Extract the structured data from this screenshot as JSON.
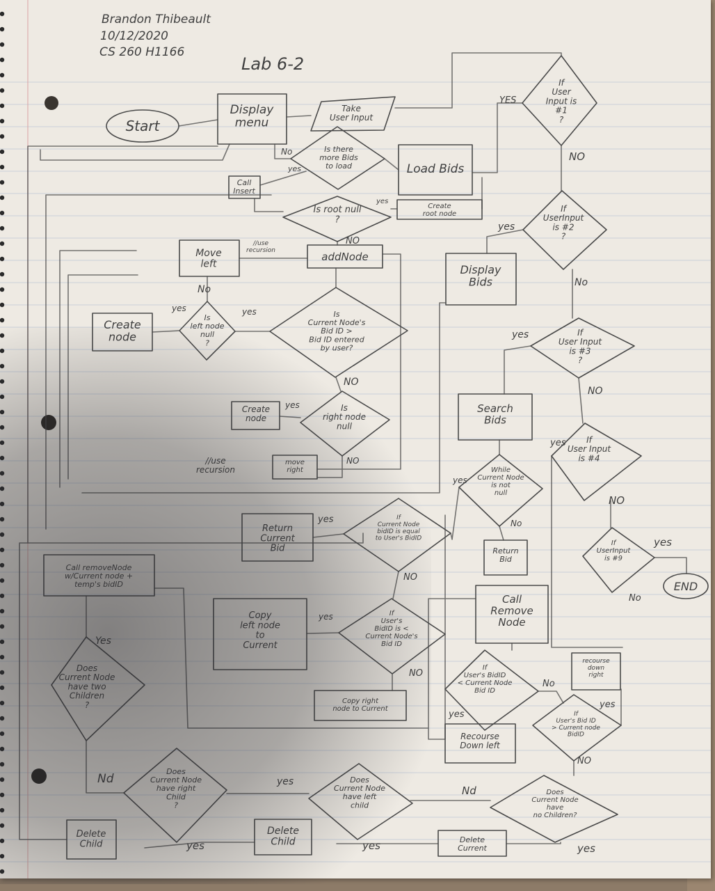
{
  "header": {
    "author": "Brandon Thibeault",
    "date": "10/12/2020",
    "course": "CS 260  H1166",
    "title": "Lab 6-2"
  },
  "nodes": {
    "start": "Start",
    "display_menu": [
      "Display",
      "menu"
    ],
    "take_input": [
      "Take",
      "User Input"
    ],
    "more_bids": [
      "Is there",
      "more Bids",
      "to load"
    ],
    "load_bids": "Load Bids",
    "call_insert": [
      "Call",
      "Insert"
    ],
    "root_null": [
      "Is root null",
      "?"
    ],
    "create_root": [
      "Create",
      "root node"
    ],
    "add_node": "addNode",
    "move_left": [
      "Move",
      "left"
    ],
    "use_recursion_top": [
      "//use",
      "recursion"
    ],
    "current_gt": [
      "Is",
      "Current Node's",
      "Bid ID >",
      "Bid ID entered",
      "by user?"
    ],
    "left_null": [
      "Is",
      "left node",
      "null",
      "?"
    ],
    "create_node_left": [
      "Create",
      "node"
    ],
    "right_null": [
      "Is",
      "right node",
      "null"
    ],
    "create_node_right": [
      "Create",
      "node"
    ],
    "use_recursion_bottom": [
      "//use",
      "recursion"
    ],
    "move_right": [
      "move",
      "right"
    ],
    "input1": [
      "If",
      "User",
      "Input is",
      "#1",
      "?"
    ],
    "input2": [
      "If",
      "UserInput",
      "is #2",
      "?"
    ],
    "input3": [
      "If",
      "User Input",
      "is #3",
      "?"
    ],
    "input4": [
      "If",
      "User Input",
      "is #4"
    ],
    "input9": [
      "If",
      "UserInput",
      "is #9"
    ],
    "end": "END",
    "display_bids": [
      "Display",
      "Bids"
    ],
    "search_bids": [
      "Search",
      "Bids"
    ],
    "while_not_null": [
      "While",
      "Current Node",
      "is not",
      "null"
    ],
    "return_bid": [
      "Return",
      "Bid"
    ],
    "if_equal": [
      "If",
      "Current Node",
      "bidID is equal",
      "to User's BidID"
    ],
    "return_current": [
      "Return",
      "Current",
      "Bid"
    ],
    "call_remove": [
      "Call",
      "Remove",
      "Node"
    ],
    "call_remove_node": [
      "Call removeNode",
      "w/Current node +",
      "temp's bidID"
    ],
    "user_lt": [
      "If",
      "User's",
      "BidID is <",
      "Current Node's",
      "Bid ID"
    ],
    "copy_left": [
      "Copy",
      "left node",
      "to",
      "Current"
    ],
    "copy_right": [
      "Copy right",
      "node to Current"
    ],
    "if_lt_remove": [
      "If",
      "User's BidID",
      "< Current Node",
      "Bid ID"
    ],
    "recurse_left": [
      "Recourse",
      "Down left"
    ],
    "if_gt_remove": [
      "If",
      "User's Bid ID",
      "> Current node",
      "BidID"
    ],
    "recurse_right": [
      "recourse",
      "down",
      "right"
    ],
    "no_children": [
      "Does",
      "Current Node",
      "have",
      "no Children?"
    ],
    "delete_current": [
      "Delete",
      "Current"
    ],
    "left_child": [
      "Does",
      "Current Node",
      "have left",
      "child"
    ],
    "delete_child_mid": [
      "Delete",
      "Child"
    ],
    "right_child": [
      "Does",
      "Current Node",
      "have right",
      "Child",
      "?"
    ],
    "delete_child_left": [
      "Delete",
      "Child"
    ],
    "two_children": [
      "Does",
      "Current Node",
      "have two",
      "Children",
      "?"
    ]
  },
  "edge_labels": {
    "yes": "yes",
    "yes_cap": "Yes",
    "yes_upper": "YES",
    "no": "No",
    "no_upper": "NO",
    "no_d": "Nd"
  }
}
